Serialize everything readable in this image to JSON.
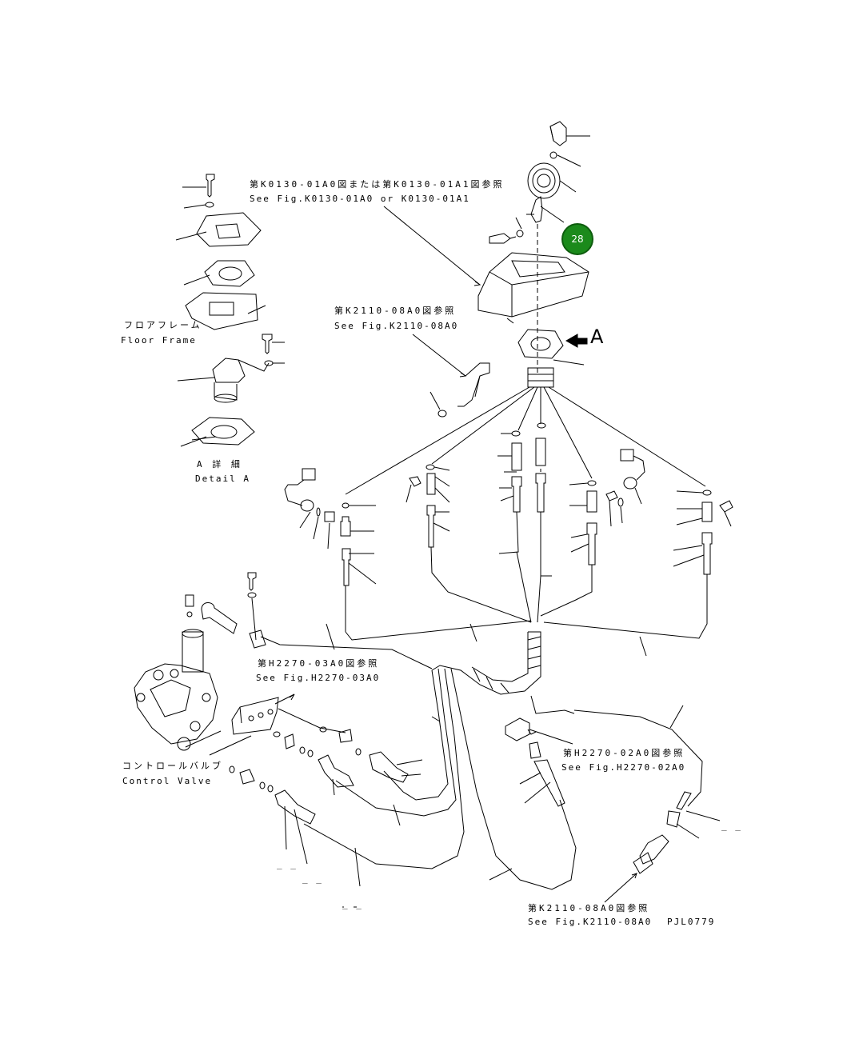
{
  "labels": {
    "ref_k0130_jp": "第K0130-01A0図または第K0130-01A1図参照",
    "ref_k0130_en": "See Fig.K0130-01A0 or K0130-01A1",
    "ref_k2110_top_jp": "第K2110-08A0図参照",
    "ref_k2110_top_en": "See Fig.K2110-08A0",
    "floor_frame_jp": "フロアフレーム",
    "floor_frame_en": "Floor Frame",
    "detail_a_jp": "A 詳 細",
    "detail_a_en": "Detail A",
    "view_a": "A",
    "ref_h2270_03_jp": "第H2270-03A0図参照",
    "ref_h2270_03_en": "See Fig.H2270-03A0",
    "ref_h2270_02_jp": "第H2270-02A0図参照",
    "ref_h2270_02_en": "See Fig.H2270-02A0",
    "control_valve_jp": "コントロールバルブ",
    "control_valve_en": "Control Valve",
    "ref_k2110_bottom_jp": "第K2110-08A0図参照",
    "ref_k2110_bottom_en": "See Fig.K2110-08A0",
    "drawing_code": "PJL0779",
    "dash_1": "_ _",
    "dash_2": "_ _",
    "dash_3": "_ _",
    "dash_4": "_ _"
  },
  "callout": {
    "number": "28",
    "color": "#1b8a1b"
  }
}
